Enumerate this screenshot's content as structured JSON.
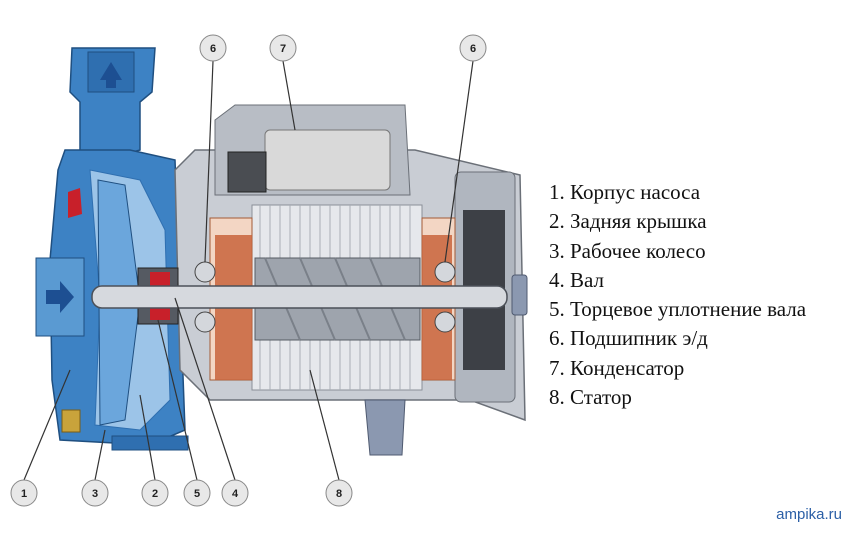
{
  "legend": [
    "1. Корпус насоса",
    "2. Задняя крышка",
    "3. Рабочее колесо",
    "4. Вал",
    "5. Торцевое уплотнение вала",
    "6. Подшипник э/д",
    "7. Конденсатор",
    "8. Статор"
  ],
  "callouts": {
    "top_left_bearing": "6",
    "capacitor": "7",
    "top_right_bearing": "6",
    "body": "1",
    "impeller": "3",
    "back_cover": "2",
    "seal": "5",
    "shaft": "4",
    "stator": "8"
  },
  "watermark": "ampika.ru",
  "colors": {
    "pump_blue": "#3d82c4",
    "pump_light": "#9cc4e8",
    "motor_grey": "#c9cdd4",
    "winding": "#c8643c",
    "capacitor": "#d9d9d9"
  }
}
